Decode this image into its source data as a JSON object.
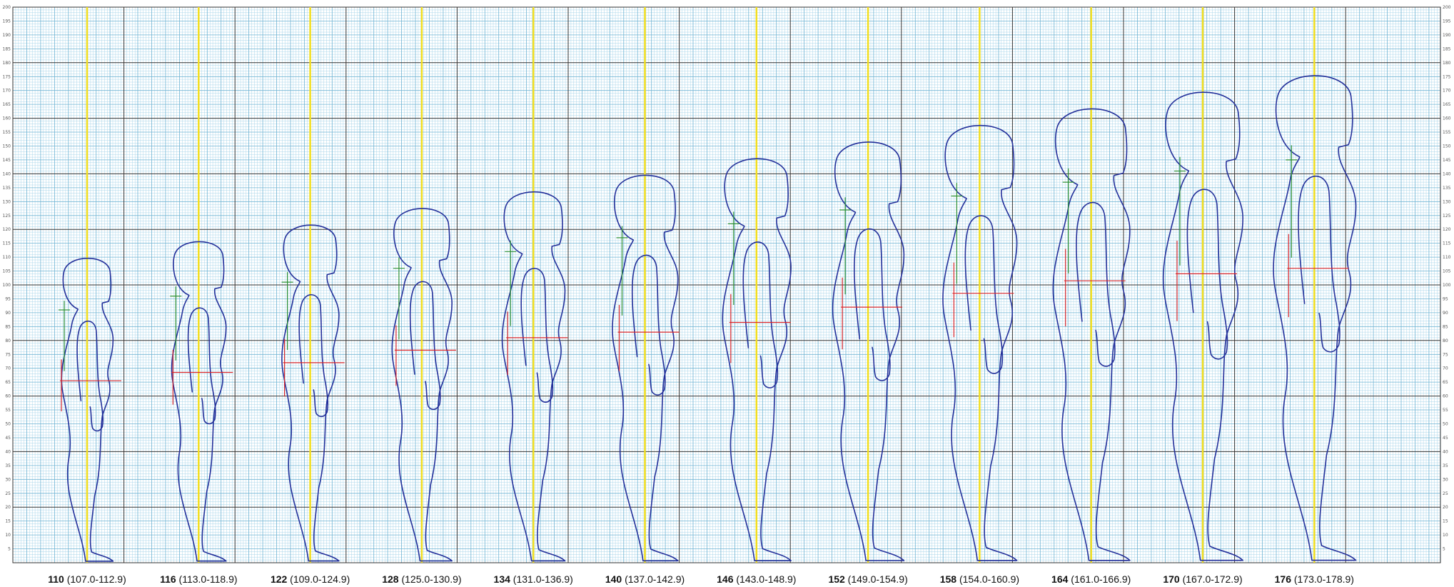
{
  "chart_data": {
    "type": "diagram",
    "title": "",
    "axis": {
      "ylim": [
        0,
        200
      ],
      "tick_step": 5,
      "ticks": [
        "5",
        "10",
        "15",
        "20",
        "25",
        "30",
        "35",
        "40",
        "45",
        "50",
        "55",
        "60",
        "65",
        "70",
        "75",
        "80",
        "85",
        "90",
        "95",
        "100",
        "105",
        "110",
        "115",
        "120",
        "125",
        "130",
        "135",
        "140",
        "145",
        "150",
        "155",
        "160",
        "165",
        "170",
        "175",
        "180",
        "185",
        "190",
        "195",
        "200"
      ],
      "grid": true,
      "grid_minor_step": 1
    },
    "figures": [
      {
        "size": "110",
        "range": "(107.0-112.9)",
        "height": 110,
        "arm_line": 65.5,
        "green_mark": 91
      },
      {
        "size": "116",
        "range": "(113.0-118.9)",
        "height": 116,
        "arm_line": 68.5,
        "green_mark": 96
      },
      {
        "size": "122",
        "range": "(109.0-124.9)",
        "height": 122,
        "arm_line": 72,
        "green_mark": 101
      },
      {
        "size": "128",
        "range": "(125.0-130.9)",
        "height": 128,
        "arm_line": 76.5,
        "green_mark": 106
      },
      {
        "size": "134",
        "range": "(131.0-136.9)",
        "height": 134,
        "arm_line": 81,
        "green_mark": 112
      },
      {
        "size": "140",
        "range": "(137.0-142.9)",
        "height": 140,
        "arm_line": 83,
        "green_mark": 117
      },
      {
        "size": "146",
        "range": "(143.0-148.9)",
        "height": 146,
        "arm_line": 86.5,
        "green_mark": 122
      },
      {
        "size": "152",
        "range": "(149.0-154.9)",
        "height": 152,
        "arm_line": 92,
        "green_mark": 127
      },
      {
        "size": "158",
        "range": "(154.0-160.9)",
        "height": 158,
        "arm_line": 97,
        "green_mark": 132
      },
      {
        "size": "164",
        "range": "(161.0-166.9)",
        "height": 164,
        "arm_line": 101.5,
        "green_mark": 137
      },
      {
        "size": "170",
        "range": "(167.0-172.9)",
        "height": 170,
        "arm_line": 104,
        "green_mark": 141
      },
      {
        "size": "176",
        "range": "(173.0-178.9)",
        "height": 176,
        "arm_line": 106,
        "green_mark": 145
      }
    ],
    "colors": {
      "grid_minor": "#a8d6ea",
      "grid_mid": "#6fb4d4",
      "grid_major": "#333333",
      "outline": "#23309a",
      "center_line": "#f2de1e",
      "red_mark": "#d8252a",
      "green_mark": "#2c8f34"
    }
  }
}
